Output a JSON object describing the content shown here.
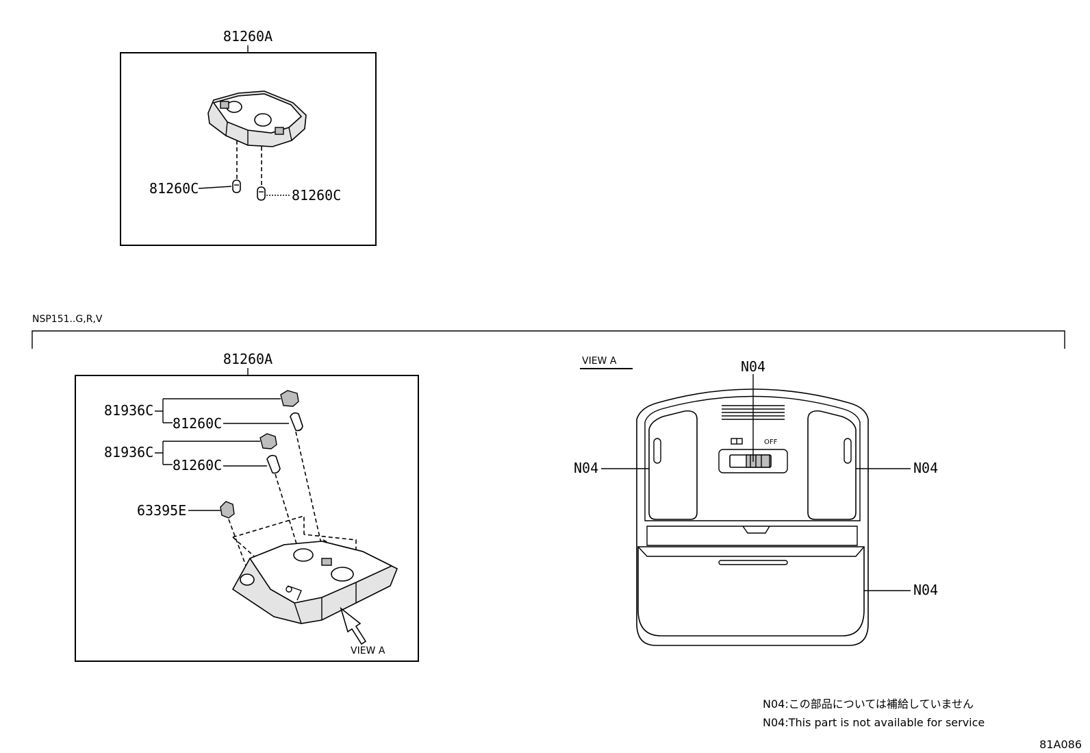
{
  "labels": {
    "top_assembly": "81260A",
    "top_bulb_left": "81260C",
    "top_bulb_right": "81260C",
    "variant": "NSP151..G,R,V",
    "bottom_assembly": "81260A",
    "socket_1": "81936C",
    "bulb_1": "81260C",
    "socket_2": "81936C",
    "bulb_2": "81260C",
    "clip": "63395E",
    "view_arrow": "VIEW A",
    "view_title": "VIEW A",
    "switch_label": "N04",
    "left_lens_label": "N04",
    "right_lens_label": "N04",
    "tray_label": "N04",
    "switch_off": "OFF",
    "note_jp": "N04:この部品については補給していません",
    "note_en": "N04:This part is not available for service",
    "figure_code": "81A086"
  }
}
